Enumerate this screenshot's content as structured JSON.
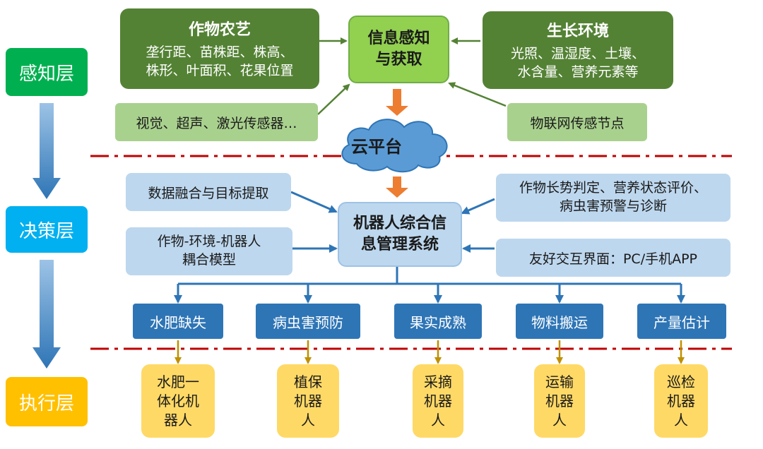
{
  "layers": {
    "perception": "感知层",
    "decision": "决策层",
    "execution": "执行层"
  },
  "perception": {
    "crop_agronomy": {
      "title": "作物农艺",
      "body": "垄行距、苗株距、株高、\n株形、叶面积、花果位置"
    },
    "info_acquisition": "信息感知\n与获取",
    "growth_environment": {
      "title": "生长环境",
      "body": "光照、温湿度、土壤、\n水含量、营养元素等"
    },
    "sensors": "视觉、超声、激光传感器…",
    "iot_nodes": "物联网传感节点",
    "cloud": "云平台"
  },
  "decision": {
    "data_fusion": "数据融合与目标提取",
    "crop_env_robot_model": "作物-环境-机器人\n耦合模型",
    "management_system": "机器人综合信\n息管理系统",
    "growth_assessment": "作物长势判定、营养状态评价、\n病虫害预警与诊断",
    "friendly_interface": "友好交互界面：PC/手机APP"
  },
  "tasks": [
    "水肥缺失",
    "病虫害预防",
    "果实成熟",
    "物料搬运",
    "产量估计"
  ],
  "robots": [
    "水肥一\n体化机\n器人",
    "植保\n机器\n人",
    "采摘\n机器\n人",
    "运输\n机器\n人",
    "巡检\n机器\n人"
  ],
  "colors": {
    "dark_green": "#548235",
    "light_green": "#a9d18e",
    "bright_green": "#92d050",
    "layer_green": "#00b050",
    "layer_blue": "#00b0f0",
    "layer_orange": "#ffc000",
    "pale_blue": "#bdd7ee",
    "mid_blue": "#2e75b6",
    "robot_yellow": "#ffd966",
    "orange_arrow": "#ed7d31",
    "dash_red": "#c00000"
  }
}
